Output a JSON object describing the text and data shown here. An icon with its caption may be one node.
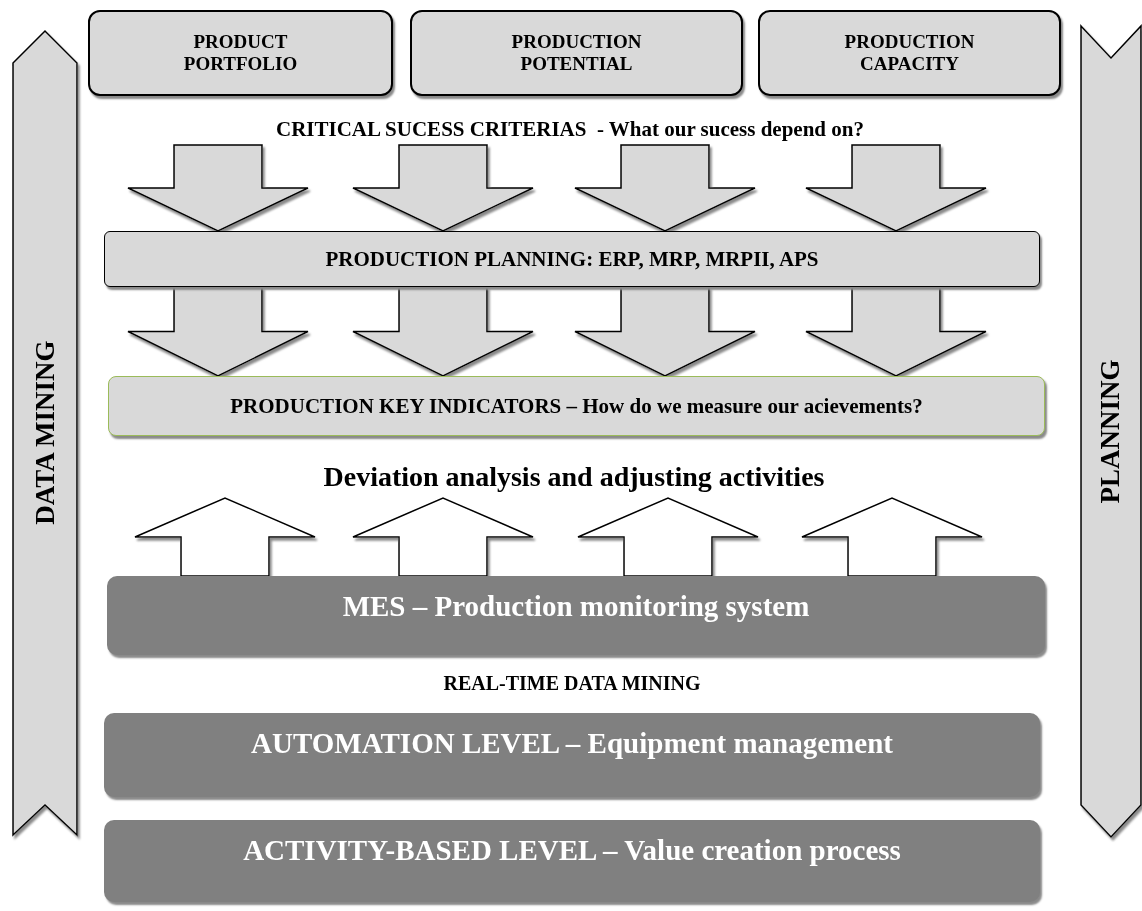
{
  "diagram": {
    "nodes": [
      {
        "text": [
          "PRODUCT PORTFOLIO"
        ]
      },
      {
        "text": [
          "PRODUCTION POTENTIAL"
        ]
      },
      {
        "text": [
          "PRODUCTION CAPACITY"
        ]
      },
      {
        "text": [
          "CRITICAL SUCESS CRITERIAS  - What our sucess depend on?"
        ]
      },
      {
        "text": [
          "PRODUCTION PLANNING: ERP, MRP, MRPII, APS"
        ]
      },
      {
        "text": [
          "PRODUCTION KEY INDICATORS – How do we measure our acievements?"
        ]
      },
      {
        "text": [
          "Deviation analysis and adjusting activities"
        ]
      },
      {
        "text": [
          "MES – Production monitoring system"
        ]
      },
      {
        "text": [
          "AUTOMATION LEVEL – Equipment management"
        ]
      },
      {
        "text": [
          "ACTIVITY-BASED LEVEL – Value creation process"
        ]
      },
      {
        "text": [
          "DATA MINING"
        ]
      },
      {
        "text": [
          "PLANNING"
        ]
      }
    ],
    "edges": [
      {
        "from": 3,
        "to": 4,
        "arrow": "to"
      },
      {
        "from": 3,
        "to": 4,
        "arrow": "to"
      },
      {
        "from": 3,
        "to": 4,
        "arrow": "to"
      },
      {
        "from": 3,
        "to": 4,
        "arrow": "to"
      },
      {
        "from": 4,
        "to": 5,
        "arrow": "to"
      },
      {
        "from": 4,
        "to": 5,
        "arrow": "to"
      },
      {
        "from": 4,
        "to": 5,
        "arrow": "to"
      },
      {
        "from": 4,
        "to": 5,
        "arrow": "to"
      },
      {
        "from": 7,
        "to": 6,
        "arrow": "to"
      },
      {
        "from": 7,
        "to": 6,
        "arrow": "to"
      },
      {
        "from": 7,
        "to": 6,
        "arrow": "to"
      },
      {
        "from": 7,
        "to": 6,
        "arrow": "to"
      }
    ],
    "labels": [
      "REAL-TIME DATA MINING"
    ]
  }
}
